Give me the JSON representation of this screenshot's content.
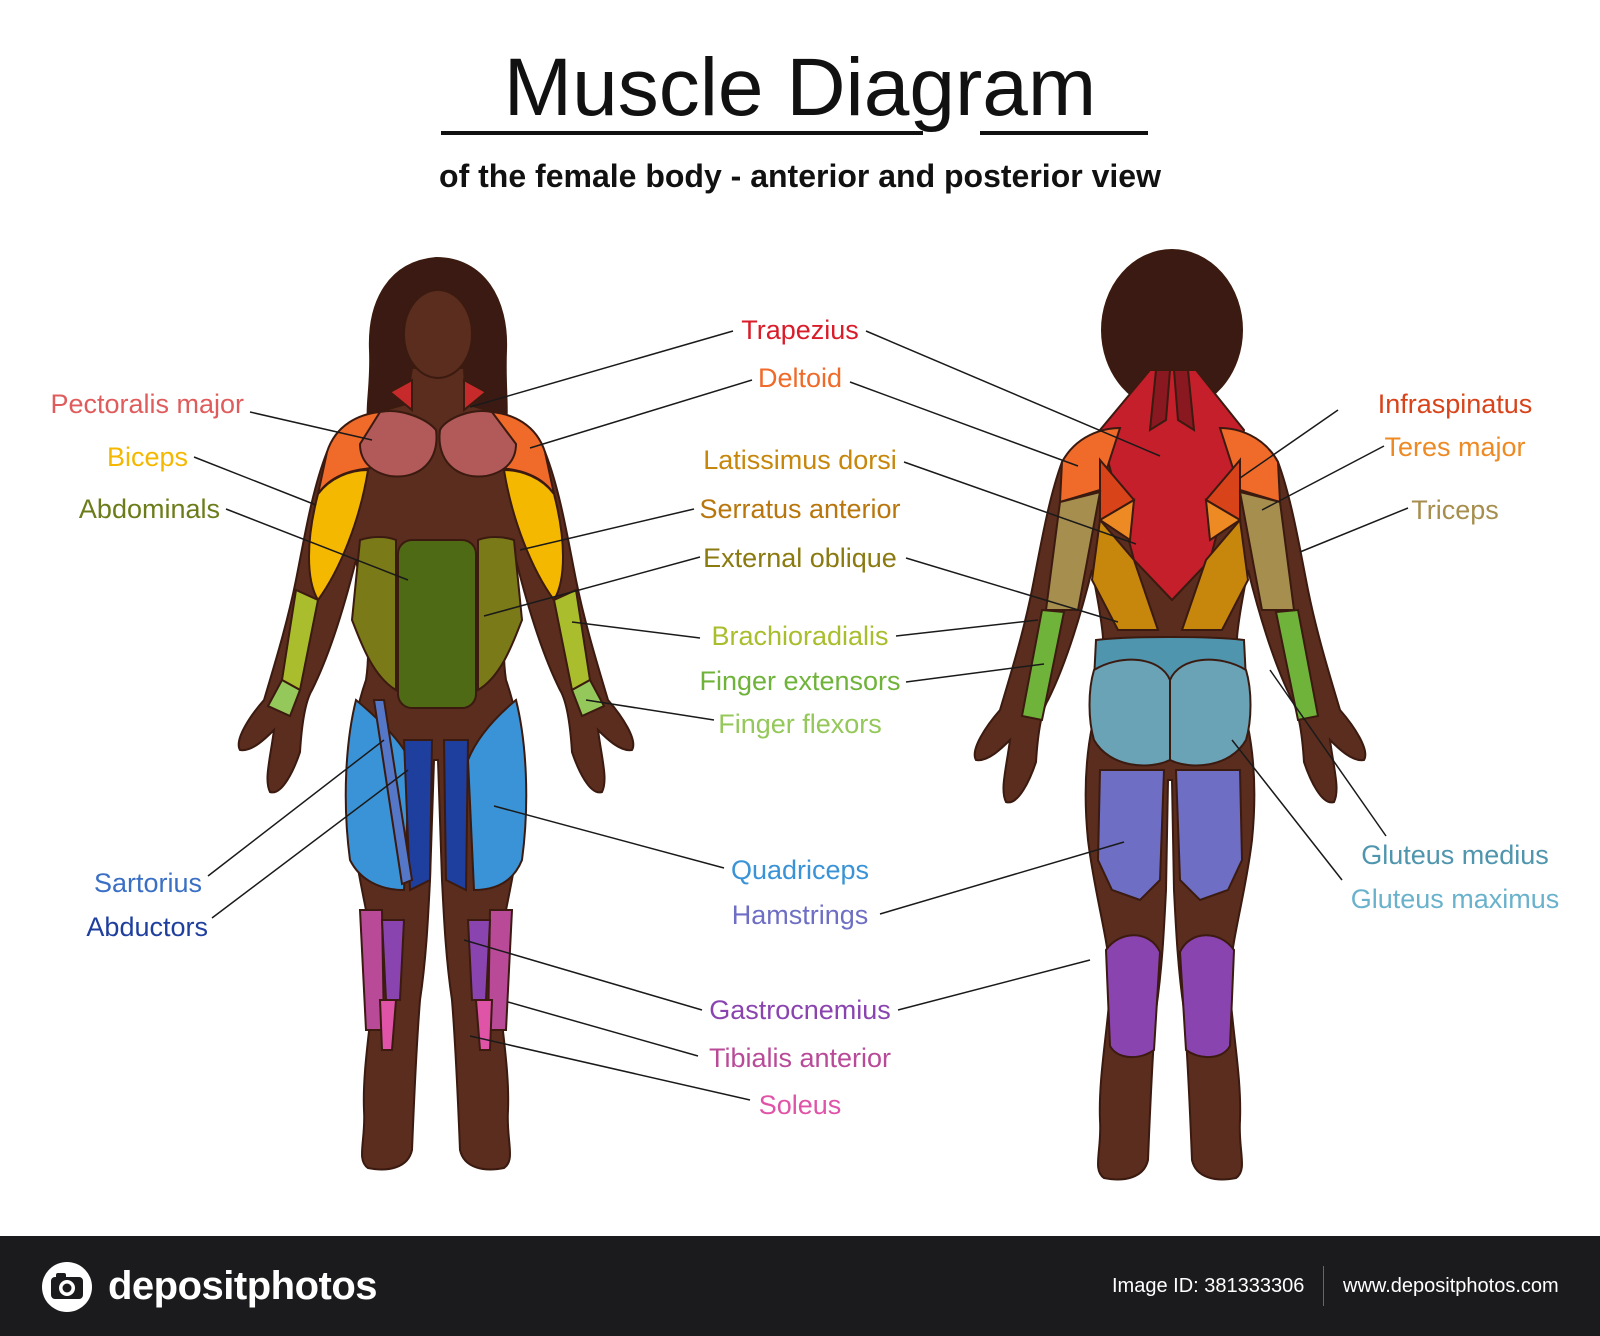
{
  "title": "Muscle Diagram",
  "subtitle": "of the female body - anterior and posterior view",
  "labels": {
    "pectoralis_major": {
      "text": "Pectoralis major",
      "color": "#e05c5c"
    },
    "biceps": {
      "text": "Biceps",
      "color": "#f5b800"
    },
    "abdominals": {
      "text": "Abdominals",
      "color": "#6b7d1a"
    },
    "sartorius": {
      "text": "Sartorius",
      "color": "#3a6fc4"
    },
    "abductors": {
      "text": "Abductors",
      "color": "#1f3f9e"
    },
    "trapezius": {
      "text": "Trapezius",
      "color": "#d91c2a"
    },
    "deltoid": {
      "text": "Deltoid",
      "color": "#f06a2a"
    },
    "latissimus_dorsi": {
      "text": "Latissimus dorsi",
      "color": "#c7860c"
    },
    "serratus_anterior": {
      "text": "Serratus anterior",
      "color": "#b8760c"
    },
    "external_oblique": {
      "text": "External oblique",
      "color": "#8a7a10"
    },
    "brachioradialis": {
      "text": "Brachioradialis",
      "color": "#aabd2c"
    },
    "finger_extensors": {
      "text": "Finger extensors",
      "color": "#6fb33a"
    },
    "finger_flexors": {
      "text": "Finger flexors",
      "color": "#95c85a"
    },
    "quadriceps": {
      "text": "Quadriceps",
      "color": "#3a93d6"
    },
    "hamstrings": {
      "text": "Hamstrings",
      "color": "#6e6ec4"
    },
    "gastrocnemius": {
      "text": "Gastrocnemius",
      "color": "#8a44b0"
    },
    "tibialis_anterior": {
      "text": "Tibialis anterior",
      "color": "#b84a98"
    },
    "soleus": {
      "text": "Soleus",
      "color": "#e054a8"
    },
    "infraspinatus": {
      "text": "Infraspinatus",
      "color": "#d8431a"
    },
    "teres_major": {
      "text": "Teres major",
      "color": "#ee8a24"
    },
    "triceps": {
      "text": "Triceps",
      "color": "#a68e4e"
    },
    "gluteus_medius": {
      "text": "Gluteus medius",
      "color": "#4f95ad"
    },
    "gluteus_maximus": {
      "text": "Gluteus maximus",
      "color": "#6ab2cc"
    }
  },
  "footer": {
    "brand": "depositphotos",
    "image_id": "Image ID: 381333306",
    "url": "www.depositphotos.com"
  },
  "colors": {
    "skin": "#5a2d1e",
    "skin_outline": "#3b1a10",
    "hair": "#3a1a12",
    "footer_bg": "#1b1b1e"
  }
}
